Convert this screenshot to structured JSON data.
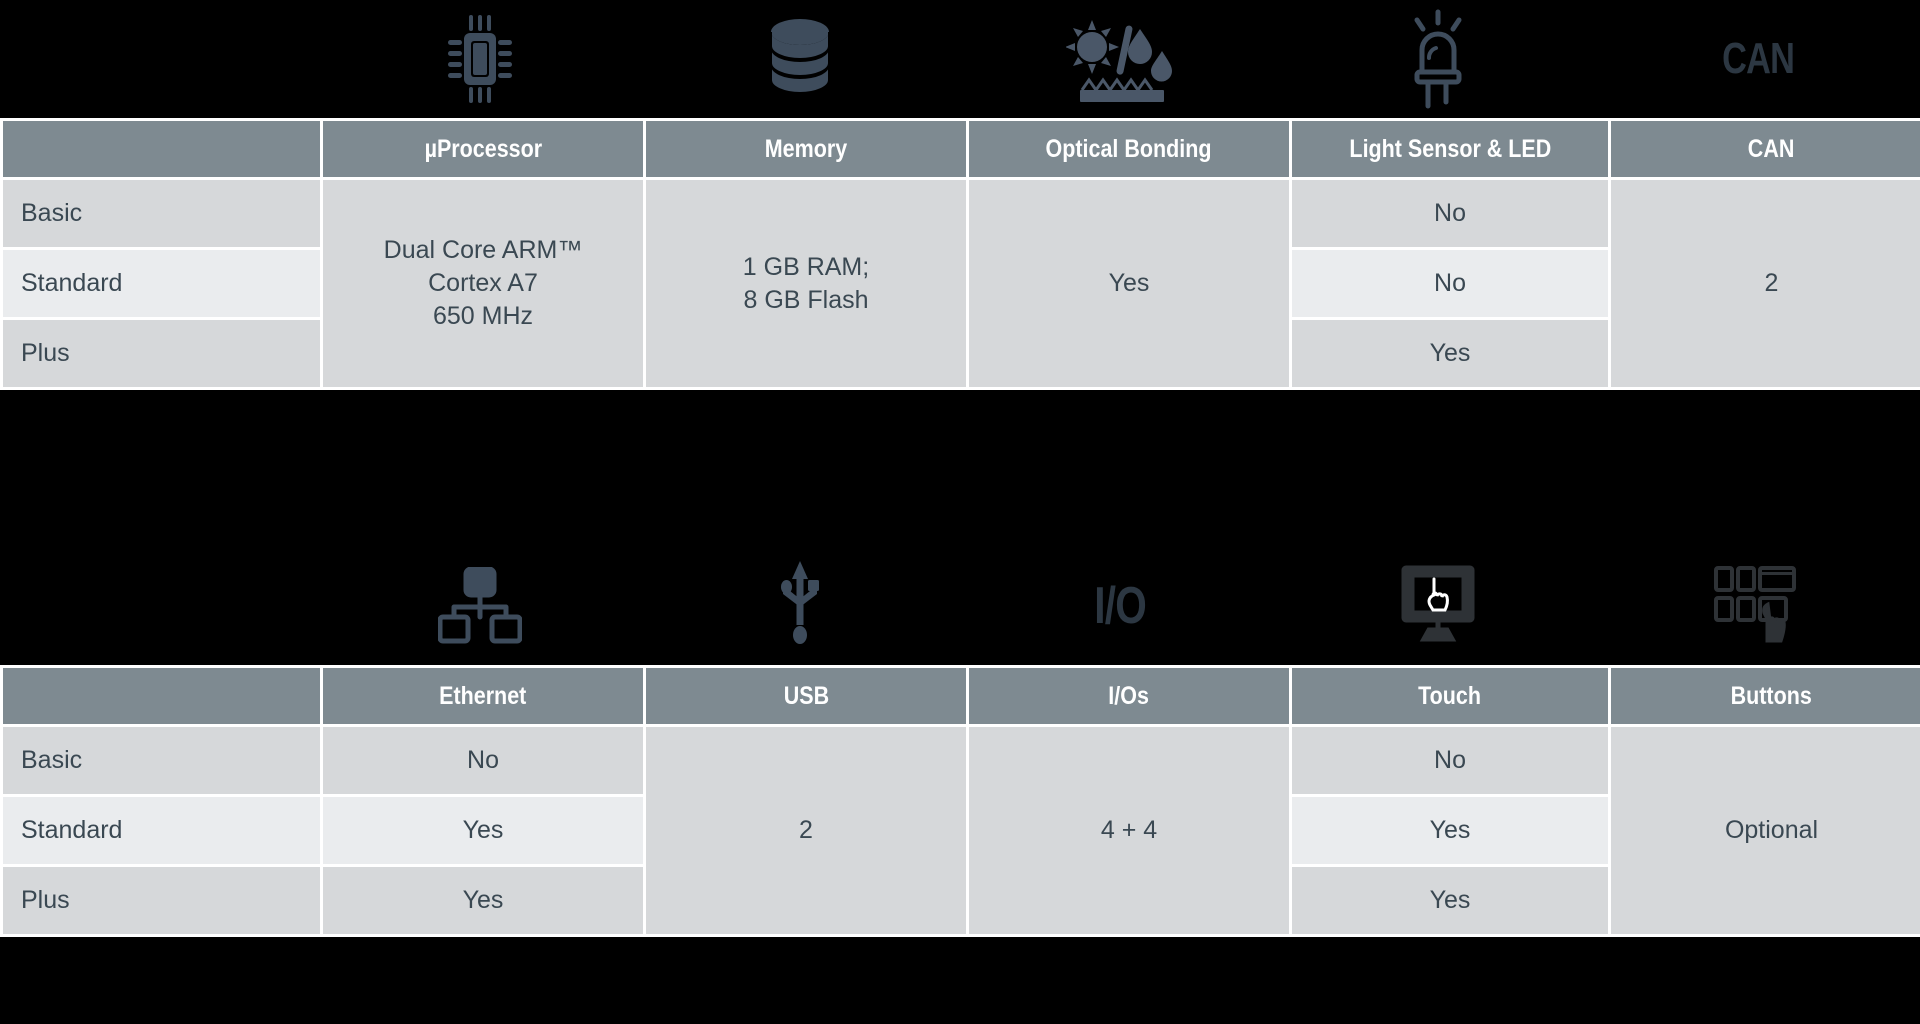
{
  "sections": [
    {
      "id": "section-core",
      "icons": [
        {
          "name": "blank-icon",
          "type": "none",
          "label": ""
        },
        {
          "name": "microprocessor-icon",
          "type": "svg",
          "label": "microprocessor"
        },
        {
          "name": "memory-stack-icon",
          "type": "svg",
          "label": "memory"
        },
        {
          "name": "optical-bonding-icon",
          "type": "svg",
          "label": "optical bonding"
        },
        {
          "name": "led-icon",
          "type": "svg",
          "label": "light sensor and LED"
        },
        {
          "name": "can-icon",
          "type": "text",
          "label": "CAN"
        }
      ],
      "headers": [
        "",
        "µProcessor",
        "Memory",
        "Optical Bonding",
        "Light Sensor & LED",
        "CAN"
      ],
      "row_labels": [
        "Basic",
        "Standard",
        "Plus"
      ],
      "cells": {
        "processor": "Dual Core ARM™\nCortex A7\n650 MHz",
        "memory": "1 GB RAM;\n8 GB Flash",
        "optical_bonding": "Yes",
        "light_sensor_led": [
          "No",
          "No",
          "Yes"
        ],
        "can": "2"
      }
    },
    {
      "id": "section-io",
      "icons": [
        {
          "name": "blank-icon",
          "type": "none",
          "label": ""
        },
        {
          "name": "ethernet-network-icon",
          "type": "svg",
          "label": "ethernet"
        },
        {
          "name": "usb-icon",
          "type": "svg",
          "label": "usb"
        },
        {
          "name": "io-icon",
          "type": "text",
          "label": "I/O"
        },
        {
          "name": "touchscreen-icon",
          "type": "svg",
          "label": "touch"
        },
        {
          "name": "buttons-keypad-icon",
          "type": "svg",
          "label": "buttons"
        }
      ],
      "headers": [
        "",
        "Ethernet",
        "USB",
        "I/Os",
        "Touch",
        "Buttons"
      ],
      "row_labels": [
        "Basic",
        "Standard",
        "Plus"
      ],
      "cells": {
        "ethernet": [
          "No",
          "Yes",
          "Yes"
        ],
        "usb": "2",
        "ios": "4 + 4",
        "touch": [
          "No",
          "Yes",
          "Yes"
        ],
        "buttons": "Optional"
      }
    }
  ],
  "colors": {
    "page_background": "#000000",
    "header_background": "#7E8A91",
    "header_text": "#FFFFFF",
    "row_odd": "#D6D8DA",
    "row_even": "#EAECEE",
    "body_text": "#3A4852",
    "icon_fill": "#3E4C5C",
    "grid_line": "#FFFFFF"
  }
}
